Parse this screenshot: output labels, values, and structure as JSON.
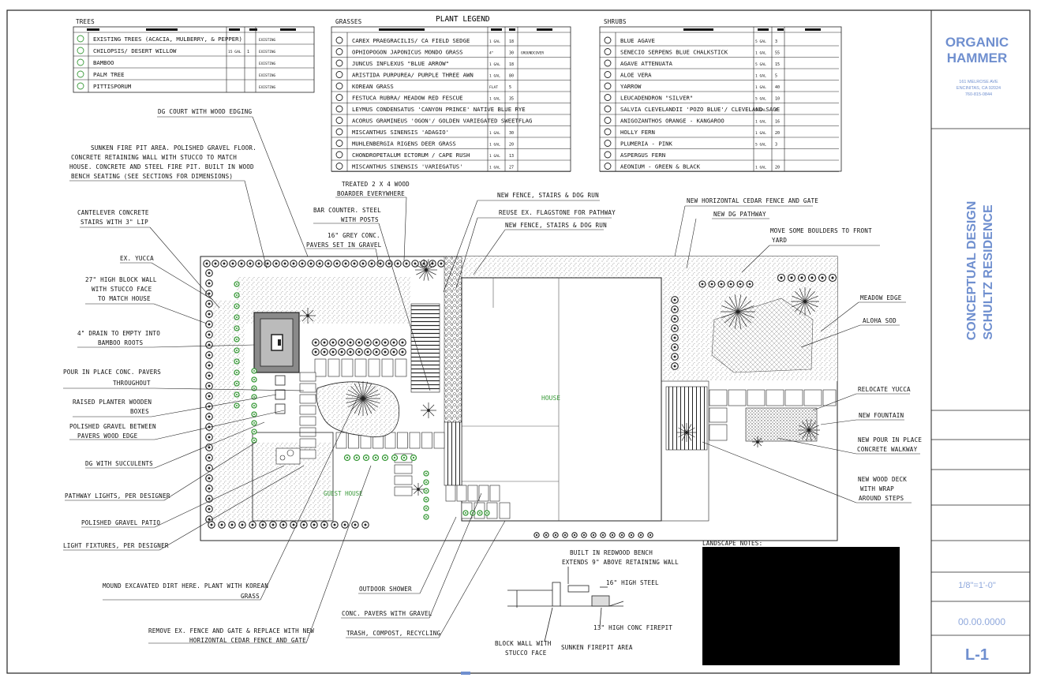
{
  "legend": {
    "title": "PLANT LEGEND",
    "trees_header": "TREES",
    "trees": [
      {
        "name": "EXISTING TREES (ACACIA, MULBERRY, & PEPPER)",
        "size": "",
        "qty": "",
        "note": "EXISTING",
        "icon": "tree-symbol-icon"
      },
      {
        "name": "CHILOPSIS/ DESERT WILLOW",
        "size": "15 GAL",
        "qty": "1",
        "note": "EXISTING",
        "icon": "tree-symbol-icon"
      },
      {
        "name": "BAMBOO",
        "size": "",
        "qty": "",
        "note": "EXISTING",
        "icon": "bamboo-symbol-icon"
      },
      {
        "name": "PALM TREE",
        "size": "",
        "qty": "",
        "note": "EXISTING",
        "icon": "palm-symbol-icon"
      },
      {
        "name": "PITTISPORUM",
        "size": "",
        "qty": "",
        "note": "EXISTING",
        "icon": "tree-symbol-icon"
      }
    ],
    "grasses_header": "GRASSES",
    "grasses": [
      {
        "name": "CAREX PRAEGRACILIS/ CA FIELD SEDGE",
        "size": "1 GAL",
        "qty": "18",
        "note": ""
      },
      {
        "name": "OPHIOPOGON JAPONICUS MONDO GRASS",
        "size": "4\"",
        "qty": "30",
        "note": "GROUNDCOVER"
      },
      {
        "name": "JUNCUS INFLEXUS \"BLUE ARROW\"",
        "size": "1 GAL",
        "qty": "18",
        "note": ""
      },
      {
        "name": "ARISTIDA PURPUREA/ PURPLE THREE AWN",
        "size": "1 GAL",
        "qty": "80",
        "note": ""
      },
      {
        "name": "KOREAN GRASS",
        "size": "FLAT",
        "qty": "5",
        "note": ""
      },
      {
        "name": "FESTUCA RUBRA/ MEADOW RED FESCUE",
        "size": "1 GAL",
        "qty": "35",
        "note": ""
      },
      {
        "name": "LEYMUS CONDENSATUS 'CANYON PRINCE' NATIVE BLUE RYE",
        "size": "",
        "qty": "",
        "note": ""
      },
      {
        "name": "ACORUS GRAMINEUS 'OGON'/ GOLDEN VARIEGATED SWEETFLAG",
        "size": "",
        "qty": "",
        "note": ""
      },
      {
        "name": "MISCANTHUS SINENSIS 'ADAGIO'",
        "size": "1 GAL",
        "qty": "30",
        "note": ""
      },
      {
        "name": "MUHLENBERGIA RIGENS DEER GRASS",
        "size": "1 GAL",
        "qty": "20",
        "note": ""
      },
      {
        "name": "CHONDROPETALUM ECTORUM / CAPE RUSH",
        "size": "1 GAL",
        "qty": "13",
        "note": ""
      },
      {
        "name": "MISCANTHUS SINENSIS 'VARIEGATUS'",
        "size": "1 GAL",
        "qty": "27",
        "note": ""
      }
    ],
    "shrubs_header": "SHRUBS",
    "shrubs": [
      {
        "name": "BLUE AGAVE",
        "size": "5 GAL",
        "qty": "3"
      },
      {
        "name": "SENECIO SERPENS BLUE CHALKSTICK",
        "size": "1 GAL",
        "qty": "55"
      },
      {
        "name": "AGAVE ATTENUATA",
        "size": "5 GAL",
        "qty": "15"
      },
      {
        "name": "ALOE VERA",
        "size": "1 GAL",
        "qty": "5"
      },
      {
        "name": "YARROW",
        "size": "1 GAL",
        "qty": "40"
      },
      {
        "name": "LEUCADENDRON \"SILVER\"",
        "size": "5 GAL",
        "qty": "10"
      },
      {
        "name": "SALVIA CLEVELANDII 'POZO BLUE'/ CLEVELAND SAGE",
        "size": "5 GAL",
        "qty": "7"
      },
      {
        "name": "ANIGOZANTHOS ORANGE - KANGAROO",
        "size": "1 GAL",
        "qty": "16"
      },
      {
        "name": "HOLLY FERN",
        "size": "1 GAL",
        "qty": "20"
      },
      {
        "name": "PLUMERIA - PINK",
        "size": "5 GAL",
        "qty": "3"
      },
      {
        "name": "ASPERGUS FERN",
        "size": "",
        "qty": ""
      },
      {
        "name": "AEONIUM - GREEN & BLACK",
        "size": "1 GAL",
        "qty": "20"
      }
    ]
  },
  "plan": {
    "house": "HOUSE",
    "guest_house": "GUEST HOUSE"
  },
  "callouts": {
    "dg_court": "DG COURT WITH WOOD EDGING",
    "sunken_fire_1": "SUNKEN FIRE PIT AREA.  POLISHED GRAVEL FLOOR.",
    "sunken_fire_2": "CONCRETE RETAINING WALL WITH STUCCO TO MATCH",
    "sunken_fire_3": "HOUSE.  CONCRETE AND STEEL FIRE PIT.  BUILT IN WOOD",
    "sunken_fire_4": "BENCH SEATING (SEE SECTIONS FOR DIMENSIONS)",
    "cantilever_1": "CANTELEVER CONCRETE",
    "cantilever_2": "STAIRS WITH 3\" LIP",
    "ex_yucca": "EX. YUCCA",
    "block_wall_1": "27\" HIGH BLOCK WALL",
    "block_wall_2": "WITH STUCCO FACE",
    "block_wall_3": "TO MATCH HOUSE",
    "drain_1": "4\" DRAIN TO EMPTY INTO",
    "drain_2": "BAMBOO ROOTS",
    "pour_pavers_1": "POUR IN PLACE CONC. PAVERS",
    "pour_pavers_2": "THROUGHOUT",
    "raised_planter_1": "RAISED PLANTER WOODEN",
    "raised_planter_2": "BOXES",
    "polished_between_1": "POLISHED GRAVEL BETWEEN",
    "polished_between_2": "PAVERS WOOD EDGE",
    "dg_succulents": "DG WITH SUCCULENTS",
    "pathway_lights": "PATHWAY LIGHTS, PER DESIGNER",
    "polished_patio": "POLISHED GRAVEL PATIO",
    "light_fixtures": "LIGHT FIXTURES, PER DESIGNER",
    "mound_1": "MOUND EXCAVATED DIRT HERE.  PLANT WITH KOREAN",
    "mound_2": "GRASS",
    "remove_fence_1": "REMOVE EX. FENCE AND GATE & REPLACE WITH NEW",
    "remove_fence_2": "HORIZONTAL CEDAR FENCE AND GATE",
    "treated_1": "TREATED 2 X 4 WOOD",
    "treated_2": "BOARDER EVERYWHERE",
    "bar_counter_1": "BAR COUNTER. STEEL",
    "bar_counter_2": "WITH POSTS",
    "grey_pavers_1": "16\" GREY CONC.",
    "grey_pavers_2": "PAVERS SET IN GRAVEL",
    "new_fence_1": "NEW FENCE, STAIRS & DOG RUN",
    "reuse_flagstone": "REUSE EX. FLAGSTONE FOR PATHWAY",
    "new_fence_2": "NEW FENCE, STAIRS & DOG RUN",
    "cedar_fence": "NEW HORIZONTAL CEDAR FENCE AND GATE",
    "dg_pathway": "NEW DG PATHWAY",
    "boulders_1": "MOVE SOME BOULDERS TO FRONT",
    "boulders_2": "YARD",
    "meadow_edge": "MEADOW EDGE",
    "aloha_sod": "ALOHA SOD",
    "relocate_yucca": "RELOCATE YUCCA",
    "new_fountain": "NEW FOUNTAIN",
    "new_walk_1": "NEW POUR IN PLACE",
    "new_walk_2": "CONCRETE WALKWAY",
    "new_deck_1": "NEW WOOD DECK",
    "new_deck_2": "WITH WRAP",
    "new_deck_3": "AROUND STEPS",
    "outdoor_shower": "OUTDOOR SHOWER",
    "conc_gravel": "CONC. PAVERS WITH GRAVEL",
    "trash": "TRASH, COMPOST, RECYCLING",
    "builtin_bench_1": "BUILT IN REDWOOD BENCH",
    "builtin_bench_2": "EXTENDS 9\" ABOVE RETAINING WALL",
    "high_steel": "16\" HIGH STEEL",
    "high_firepit": "13\" HIGH CONC FIREPIT",
    "block_stucco_1": "BLOCK WALL WITH",
    "block_stucco_2": "STUCCO FACE",
    "sunken_area": "SUNKEN FIREPIT AREA"
  },
  "notes": {
    "title": "LANDSCAPE NOTES:"
  },
  "title_block": {
    "company_1": "ORGANIC",
    "company_2": "HAMMER",
    "address_1": "161 MELROSE AVE",
    "address_2": "ENCINITAS, CA 92024",
    "address_3": "760-815-0844",
    "project_1": "CONCEPTUAL DESIGN",
    "project_2": "SCHULTZ RESIDENCE",
    "scale": "1/8\"=1'-0\"",
    "date": "00.00.0000",
    "sheet": "L-1",
    "brand_color": "#6f8fcf"
  },
  "colors": {
    "plant_green": "#3a9a3a",
    "pavement": "#c9c9c9"
  }
}
